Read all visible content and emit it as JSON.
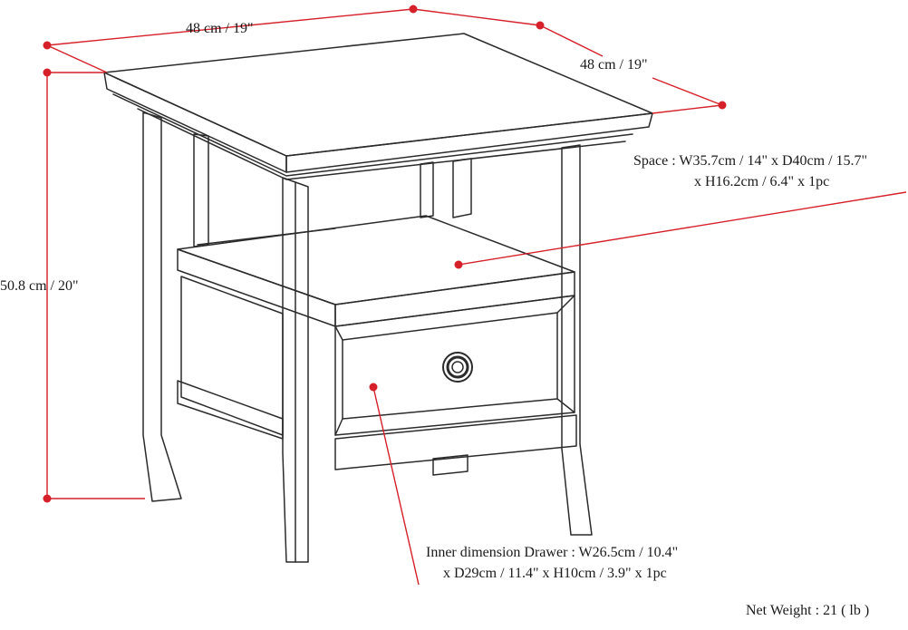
{
  "colors": {
    "dimension_line": "#d6202a",
    "drawing_stroke": "#2b2b2b",
    "text": "#1a1a1a"
  },
  "diagram": {
    "subject": "end-table-with-drawer-line-drawing"
  },
  "dimensions": {
    "width_label": "48 cm / 19\"",
    "depth_label": "48 cm / 19\"",
    "height_label": "50.8 cm / 20\""
  },
  "callouts": {
    "space": {
      "line1": "Space : W35.7cm / 14\" x D40cm / 15.7\"",
      "line2": "x H16.2cm / 6.4\" x 1pc"
    },
    "drawer": {
      "line1": "Inner dimension Drawer : W26.5cm / 10.4\"",
      "line2": "x D29cm / 11.4\" x H10cm / 3.9\" x 1pc"
    }
  },
  "net_weight": "Net Weight : 21 ( lb )"
}
